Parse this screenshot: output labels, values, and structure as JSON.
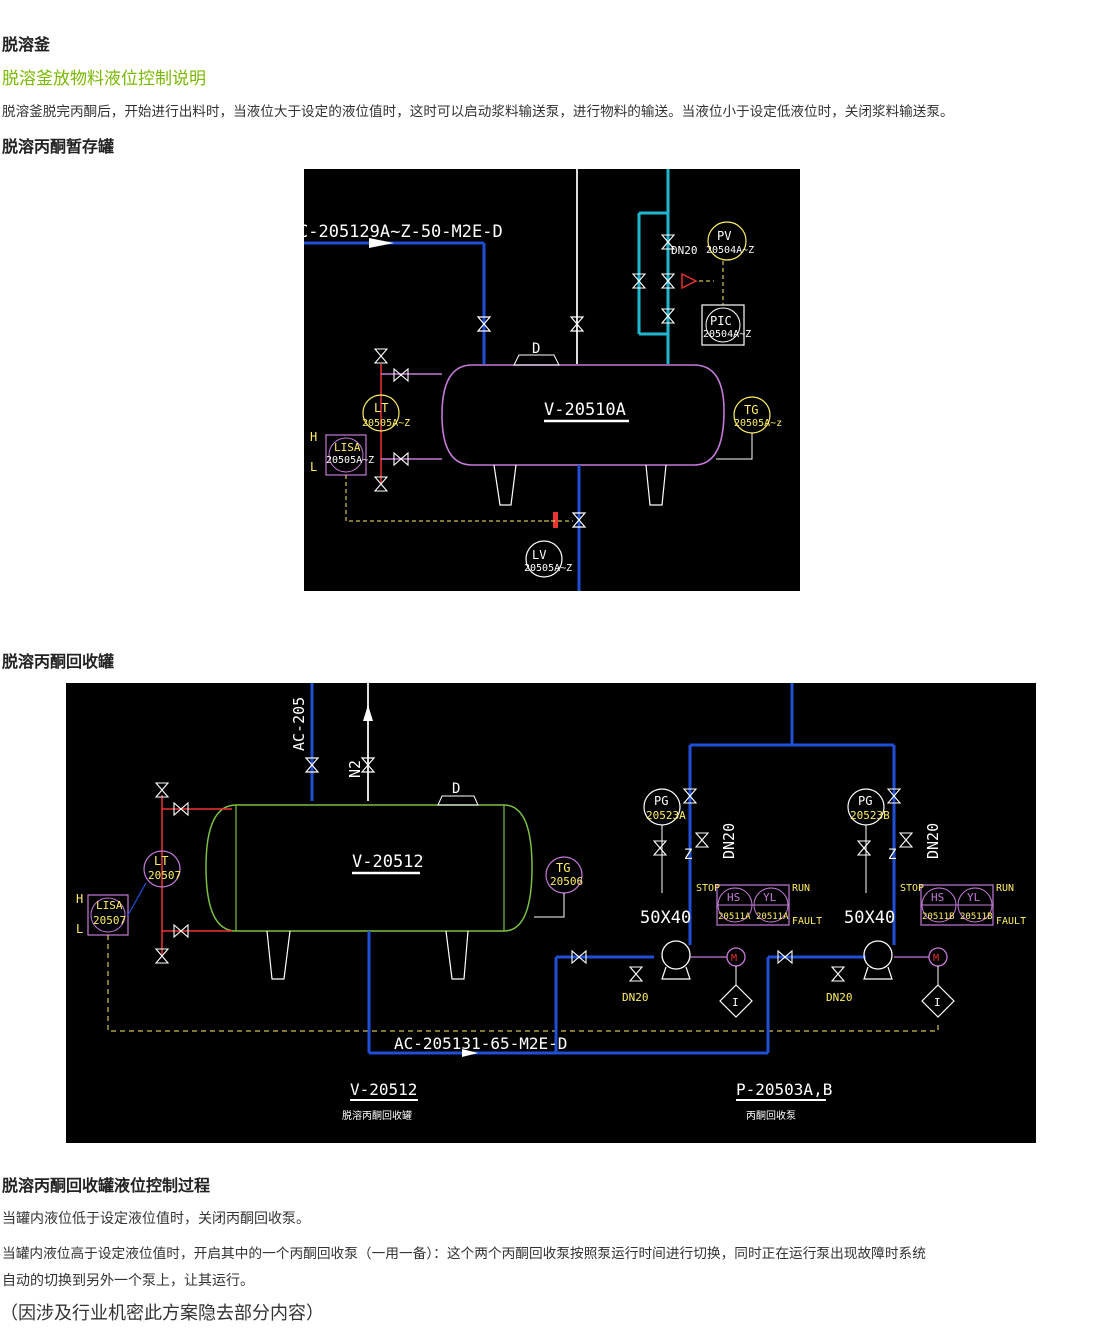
{
  "section1": {
    "heading": "脱溶釜",
    "subheading": "脱溶釜放物料液位控制说明",
    "paragraph": "脱溶釜脱完丙酮后，开始进行出料时，当液位大于设定的液位值时，这时可以启动浆料输送泵，进行物料的输送。当液位小于设定低液位时，关闭浆料输送泵。"
  },
  "section2": {
    "heading": "脱溶丙酮暂存罐",
    "diagram": {
      "pipe_label": "C-205129A~Z-50-M2E-D",
      "vessel": "V-20510A",
      "line_size": "DN20",
      "pv": {
        "tag": "PV",
        "num": "20504A~Z"
      },
      "pic": {
        "tag": "PIC",
        "num": "20504A~Z"
      },
      "lt": {
        "tag": "LT",
        "num": "20505A~Z"
      },
      "lisa": {
        "tag": "LISA",
        "num": "20505A~Z"
      },
      "tg": {
        "tag": "TG",
        "num": "20505A~z"
      },
      "lv": {
        "tag": "LV",
        "num": "20505A~Z"
      },
      "h": "H",
      "l": "L",
      "d": "D"
    }
  },
  "section3": {
    "heading": "脱溶丙酮回收罐",
    "diagram": {
      "pipe_top": "AC-205",
      "pipe_n2": "N2",
      "vessel": "V-20512",
      "d": "D",
      "lt": {
        "tag": "LT",
        "num": "20507"
      },
      "lisa": {
        "tag": "LISA",
        "num": "20507"
      },
      "tg": {
        "tag": "TG",
        "num": "20506"
      },
      "h": "H",
      "l": "L",
      "pg_a": {
        "tag": "PG",
        "num": "20523A"
      },
      "pg_b": {
        "tag": "PG",
        "num": "20523B"
      },
      "dn20": "DN20",
      "z": "Z",
      "stop": "STOP",
      "run": "RUN",
      "fault": "FAULT",
      "hs": "HS",
      "yl": "YL",
      "hs_a_num": "20511A",
      "yl_a_num": "20511A",
      "hs_b_num": "20511B",
      "yl_b_num": "20511B",
      "pump_size": "50X40",
      "m": "M",
      "i": "I",
      "pipe_bottom": "AC-205131-65-M2E-D",
      "caption_vessel": "V-20512",
      "caption_vessel_sub": "脱溶丙酮回收罐",
      "caption_pump": "P-20503A,B",
      "caption_pump_sub": "丙酮回收泵"
    }
  },
  "section4": {
    "heading": "脱溶丙酮回收罐液位控制过程",
    "para1": "当罐内液位低于设定液位值时，关闭丙酮回收泵。",
    "para2_line1": "当罐内液位高于设定液位值时，开启其中的一个丙酮回收泵（一用一备）：这个两个丙酮回收泵按照泵运行时间进行切换，同时正在运行泵出现故障时系统",
    "para2_line2": "自动的切换到另外一个泵上，让其运行。",
    "note": "（因涉及行业机密此方案隐去部分内容）"
  }
}
